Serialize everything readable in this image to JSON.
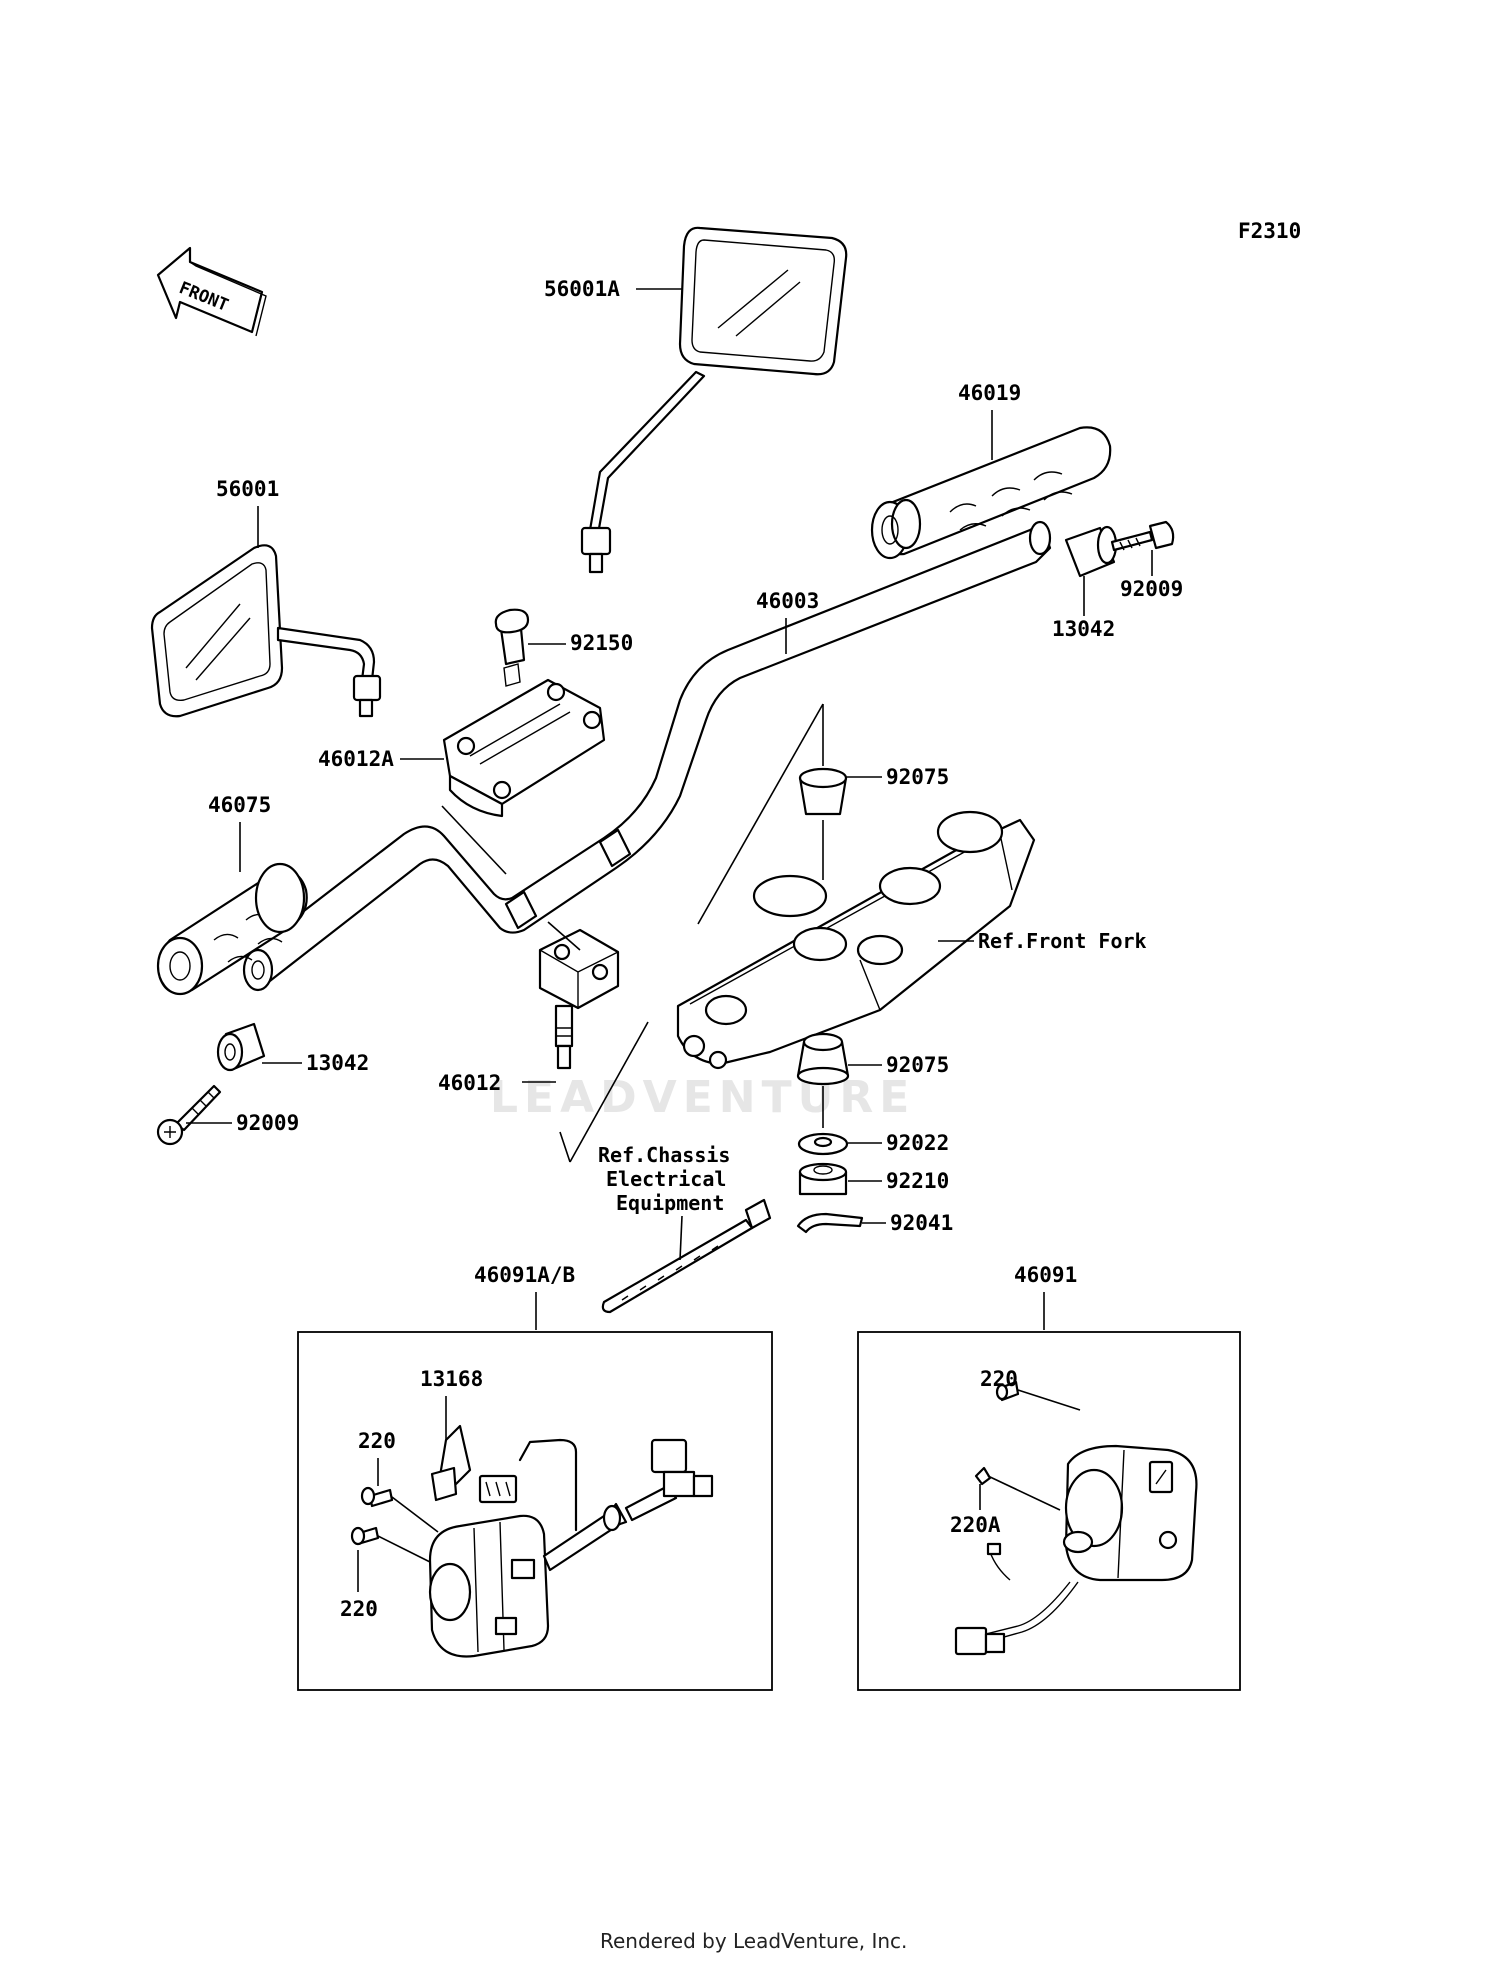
{
  "figure_code": "F2310",
  "front_label": "FRONT",
  "watermark": "LEADVENTURE",
  "credit": "Rendered by LeadVenture, Inc.",
  "parts": {
    "p56001A": "56001A",
    "p56001": "56001",
    "p46019": "46019",
    "p92009_right": "92009",
    "p13042_right": "13042",
    "p46003": "46003",
    "p92150": "92150",
    "p46012A": "46012A",
    "p46075": "46075",
    "p92075_top": "92075",
    "p92075_bottom": "92075",
    "p13042_left": "13042",
    "p92009_left": "92009",
    "p46012": "46012",
    "p92022": "92022",
    "p92210": "92210",
    "p92041": "92041",
    "p46091AB": "46091A/B",
    "p46091": "46091",
    "p13168": "13168",
    "p220_a": "220",
    "p220_b": "220",
    "p220_c": "220",
    "p220A": "220A"
  },
  "references": {
    "front_fork": "Ref.Front Fork",
    "chassis_line1": "Ref.Chassis",
    "chassis_line2": "Electrical",
    "chassis_line3": "Equipment"
  }
}
